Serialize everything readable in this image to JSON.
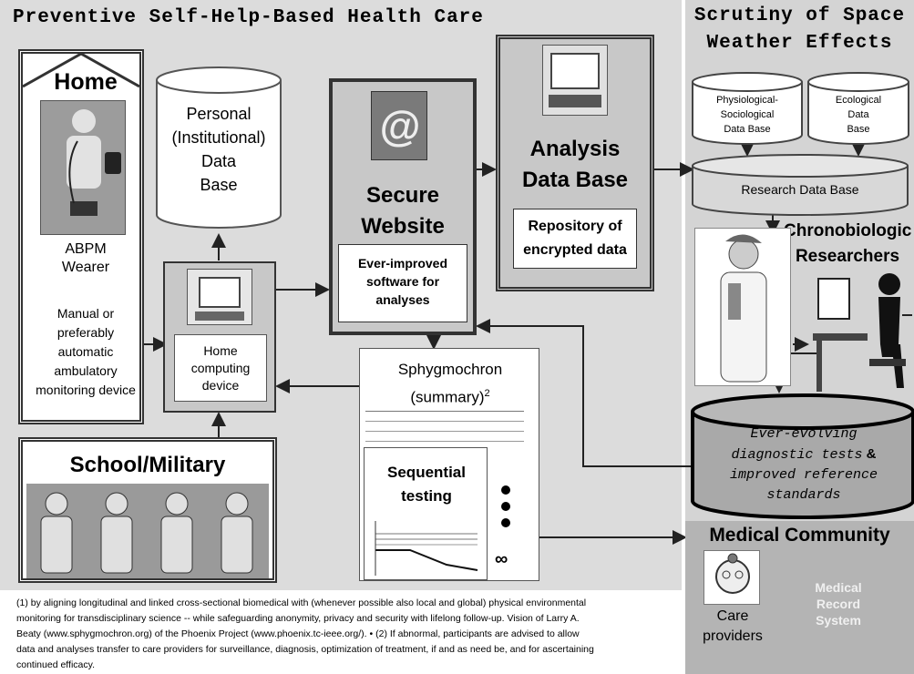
{
  "left_title": "Preventive Self-Help-Based Health Care",
  "right_title_line1": "Scrutiny of Space",
  "right_title_line2": "Weather Effects",
  "home": {
    "title": "Home",
    "wearer_line1": "ABPM",
    "wearer_line2": "Wearer",
    "device_lines": [
      "Manual or",
      "preferably",
      "automatic",
      "ambulatory",
      "monitoring device"
    ]
  },
  "personal_db": [
    "Personal",
    "(Institutional)",
    "Data",
    "Base"
  ],
  "home_computing": [
    "Home",
    "computing",
    "device"
  ],
  "secure_website": {
    "title_line1": "Secure",
    "title_line2": "Website",
    "caption": [
      "Ever-improved",
      "software for",
      "analyses"
    ]
  },
  "analysis_db": {
    "title_line1": "Analysis",
    "title_line2": "Data Base",
    "caption": [
      "Repository of",
      "encrypted data"
    ]
  },
  "sphygmochron": {
    "line1": "Sphygmochron",
    "line2": "(summary)",
    "sup": "2",
    "sequential_line1": "Sequential",
    "sequential_line2": "testing",
    "infinity": "∞"
  },
  "school": {
    "title": "School/Military"
  },
  "physio_db": [
    "Physiological-",
    "Sociological",
    "Data Base"
  ],
  "eco_db": [
    "Ecological",
    "Data",
    "Base"
  ],
  "research_db": "Research Data Base",
  "researchers": [
    "Chronobiologic",
    "Researchers"
  ],
  "diagnostic": {
    "line1": "Ever-evolving",
    "line2_a": "diagnostic tests",
    "line2_b": " &",
    "line3": "improved reference",
    "line4": "standards"
  },
  "medical": {
    "title": "Medical Community",
    "care_line1": "Care",
    "care_line2": "providers",
    "record": [
      "Medical",
      "Record",
      "System"
    ]
  },
  "footnote": [
    "(1) by aligning longitudinal and linked cross-sectional biomedical with (whenever possible also local and global) physical environmental",
    "monitoring for transdisciplinary science -- while safeguarding anonymity, privacy and security with lifelong follow-up. Vision of Larry A.",
    "Beaty (www.sphygmochron.org) of the Phoenix Project (www.phoenix.tc-ieee.org/). • (2) If abnormal, participants are advised to allow",
    "data and analyses transfer to care providers for surveillance, diagnosis, optimization of treatment, if and as need be, and for ascertaining",
    "continued efficacy."
  ]
}
